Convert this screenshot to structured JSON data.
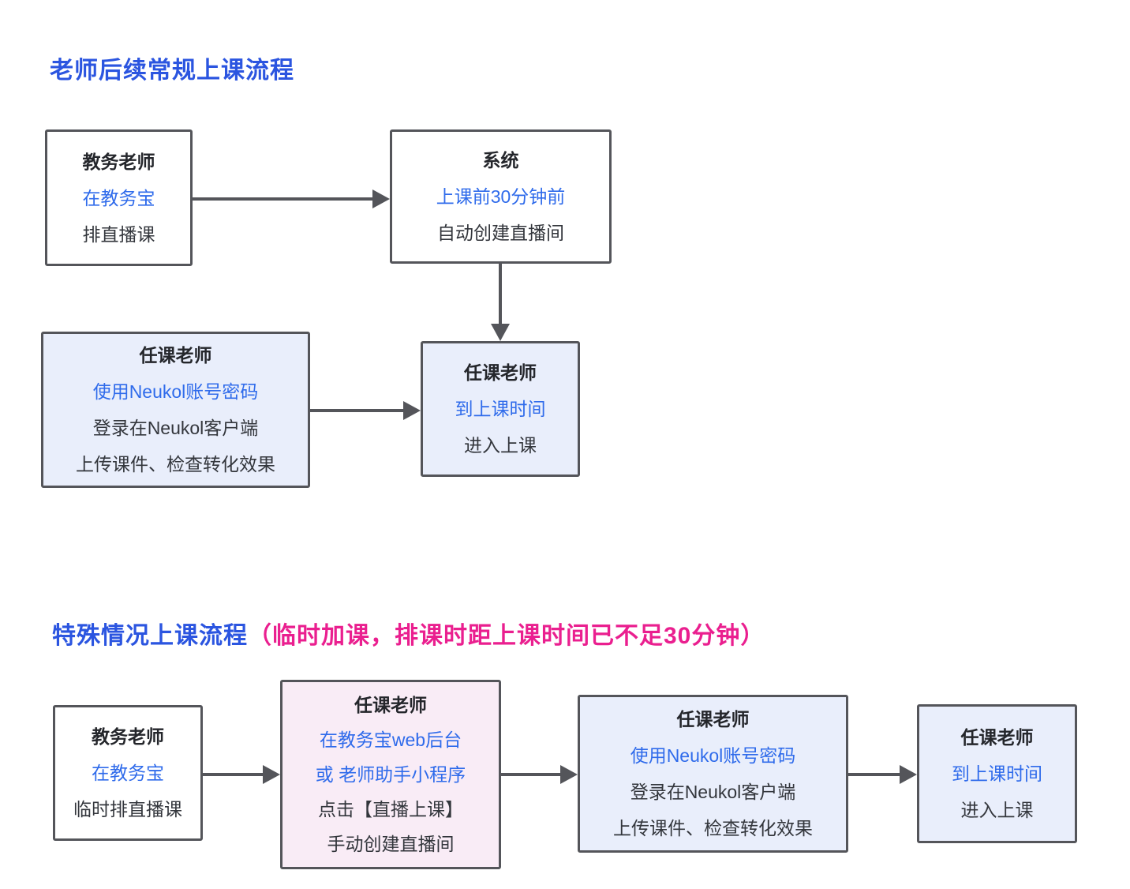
{
  "colors": {
    "title_blue": "#2b55e0",
    "accent_blue": "#2f6beb",
    "accent_pink": "#ea1f8f",
    "box_border": "#54555a",
    "arrow_color": "#54555a",
    "light_blue_fill": "#e9eefb",
    "light_pink_fill": "#f9ecf6"
  },
  "sections": [
    {
      "title": "老师后续常规上课流程",
      "boxes": [
        {
          "name": "admin-teacher-schedule",
          "lines": [
            "教务老师",
            "在教务宝",
            "排直播课"
          ]
        },
        {
          "name": "system-auto-create",
          "lines": [
            "系统",
            "上课前30分钟前",
            "自动创建直播间"
          ]
        },
        {
          "name": "subject-teacher-prepare",
          "lines": [
            "任课老师",
            "使用Neukol账号密码",
            "登录在Neukol客户端",
            "上传课件、检查转化效果"
          ]
        },
        {
          "name": "subject-teacher-enter-class",
          "lines": [
            "任课老师",
            "到上课时间",
            "进入上课"
          ]
        }
      ]
    },
    {
      "title": "特殊情况上课流程",
      "title_note": "（临时加课，排课时距上课时间已不足30分钟）",
      "boxes": [
        {
          "name": "admin-teacher-temp-schedule",
          "lines": [
            "教务老师",
            "在教务宝",
            "临时排直播课"
          ]
        },
        {
          "name": "subject-teacher-manual-create",
          "lines": [
            "任课老师",
            "在教务宝web后台",
            "或 老师助手小程序",
            "点击【直播上课】",
            "手动创建直播间"
          ]
        },
        {
          "name": "subject-teacher-prepare",
          "lines": [
            "任课老师",
            "使用Neukol账号密码",
            "登录在Neukol客户端",
            "上传课件、检查转化效果"
          ]
        },
        {
          "name": "subject-teacher-enter-class",
          "lines": [
            "任课老师",
            "到上课时间",
            "进入上课"
          ]
        }
      ]
    }
  ]
}
